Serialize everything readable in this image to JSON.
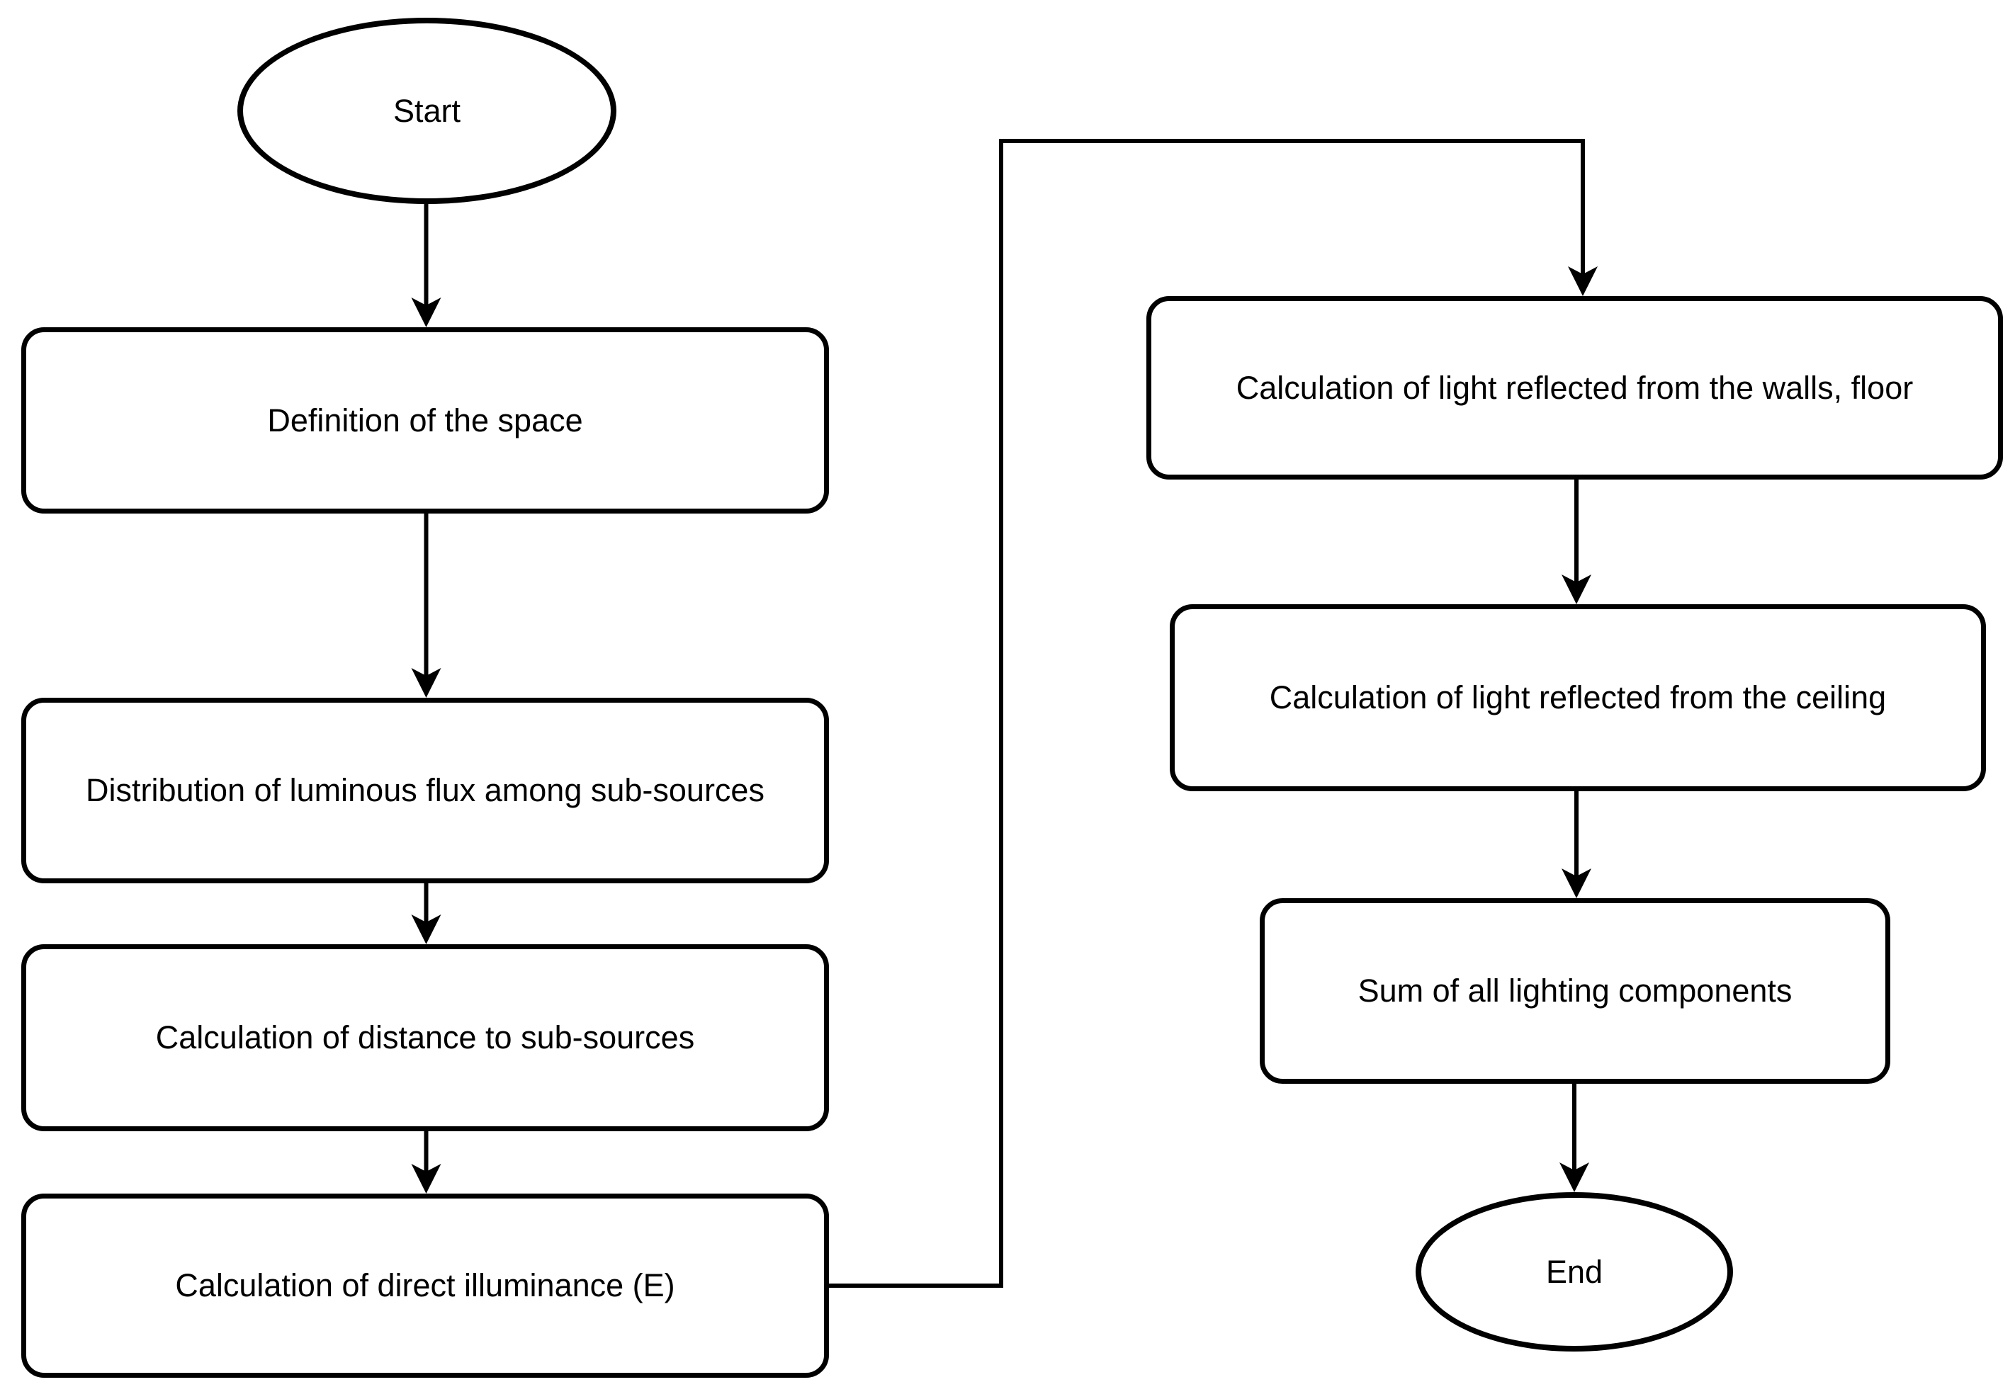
{
  "diagram": {
    "type": "flowchart",
    "background_color": "#ffffff",
    "stroke_color": "#000000",
    "text_color": "#000000",
    "nodes": [
      {
        "id": "start",
        "shape": "ellipse",
        "label": "Start"
      },
      {
        "id": "definition-of-space",
        "shape": "rounded-rect",
        "label": "Definition of the space"
      },
      {
        "id": "distribution-of-flux",
        "shape": "rounded-rect",
        "label": "Distribution of luminous flux among sub-sources"
      },
      {
        "id": "distance-to-sub-sources",
        "shape": "rounded-rect",
        "label": "Calculation of distance to sub-sources"
      },
      {
        "id": "direct-illuminance",
        "shape": "rounded-rect",
        "label": "Calculation of direct illuminance (E)"
      },
      {
        "id": "reflected-walls-floor",
        "shape": "rounded-rect",
        "label": "Calculation of light reflected from the walls, floor"
      },
      {
        "id": "reflected-ceiling",
        "shape": "rounded-rect",
        "label": "Calculation of light reflected from the ceiling"
      },
      {
        "id": "sum-of-components",
        "shape": "rounded-rect",
        "label": "Sum of all lighting components"
      },
      {
        "id": "end",
        "shape": "ellipse",
        "label": "End"
      }
    ],
    "edges": [
      {
        "from": "start",
        "to": "definition-of-space"
      },
      {
        "from": "definition-of-space",
        "to": "distribution-of-flux"
      },
      {
        "from": "distribution-of-flux",
        "to": "distance-to-sub-sources"
      },
      {
        "from": "distance-to-sub-sources",
        "to": "direct-illuminance"
      },
      {
        "from": "direct-illuminance",
        "to": "reflected-walls-floor"
      },
      {
        "from": "reflected-walls-floor",
        "to": "reflected-ceiling"
      },
      {
        "from": "reflected-ceiling",
        "to": "sum-of-components"
      },
      {
        "from": "sum-of-components",
        "to": "end"
      }
    ]
  }
}
